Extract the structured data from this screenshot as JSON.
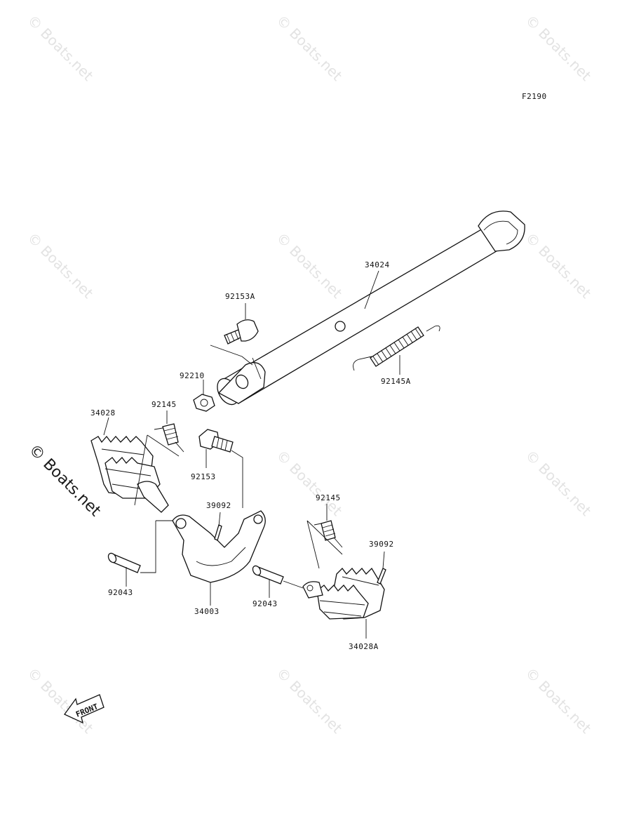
{
  "figure_code": "F2190",
  "watermark_text": "© Boats.net",
  "front_label": "FRONT",
  "parts": {
    "p34024": "34024",
    "p92153A": "92153A",
    "p92145A": "92145A",
    "p92210": "92210",
    "p34028": "34028",
    "p92145_left": "92145",
    "p92153": "92153",
    "p39092_left": "39092",
    "p92043_left": "92043",
    "p34003": "34003",
    "p92145_right": "92145",
    "p39092_right": "39092",
    "p92043_right": "92043",
    "p34028A": "34028A"
  }
}
